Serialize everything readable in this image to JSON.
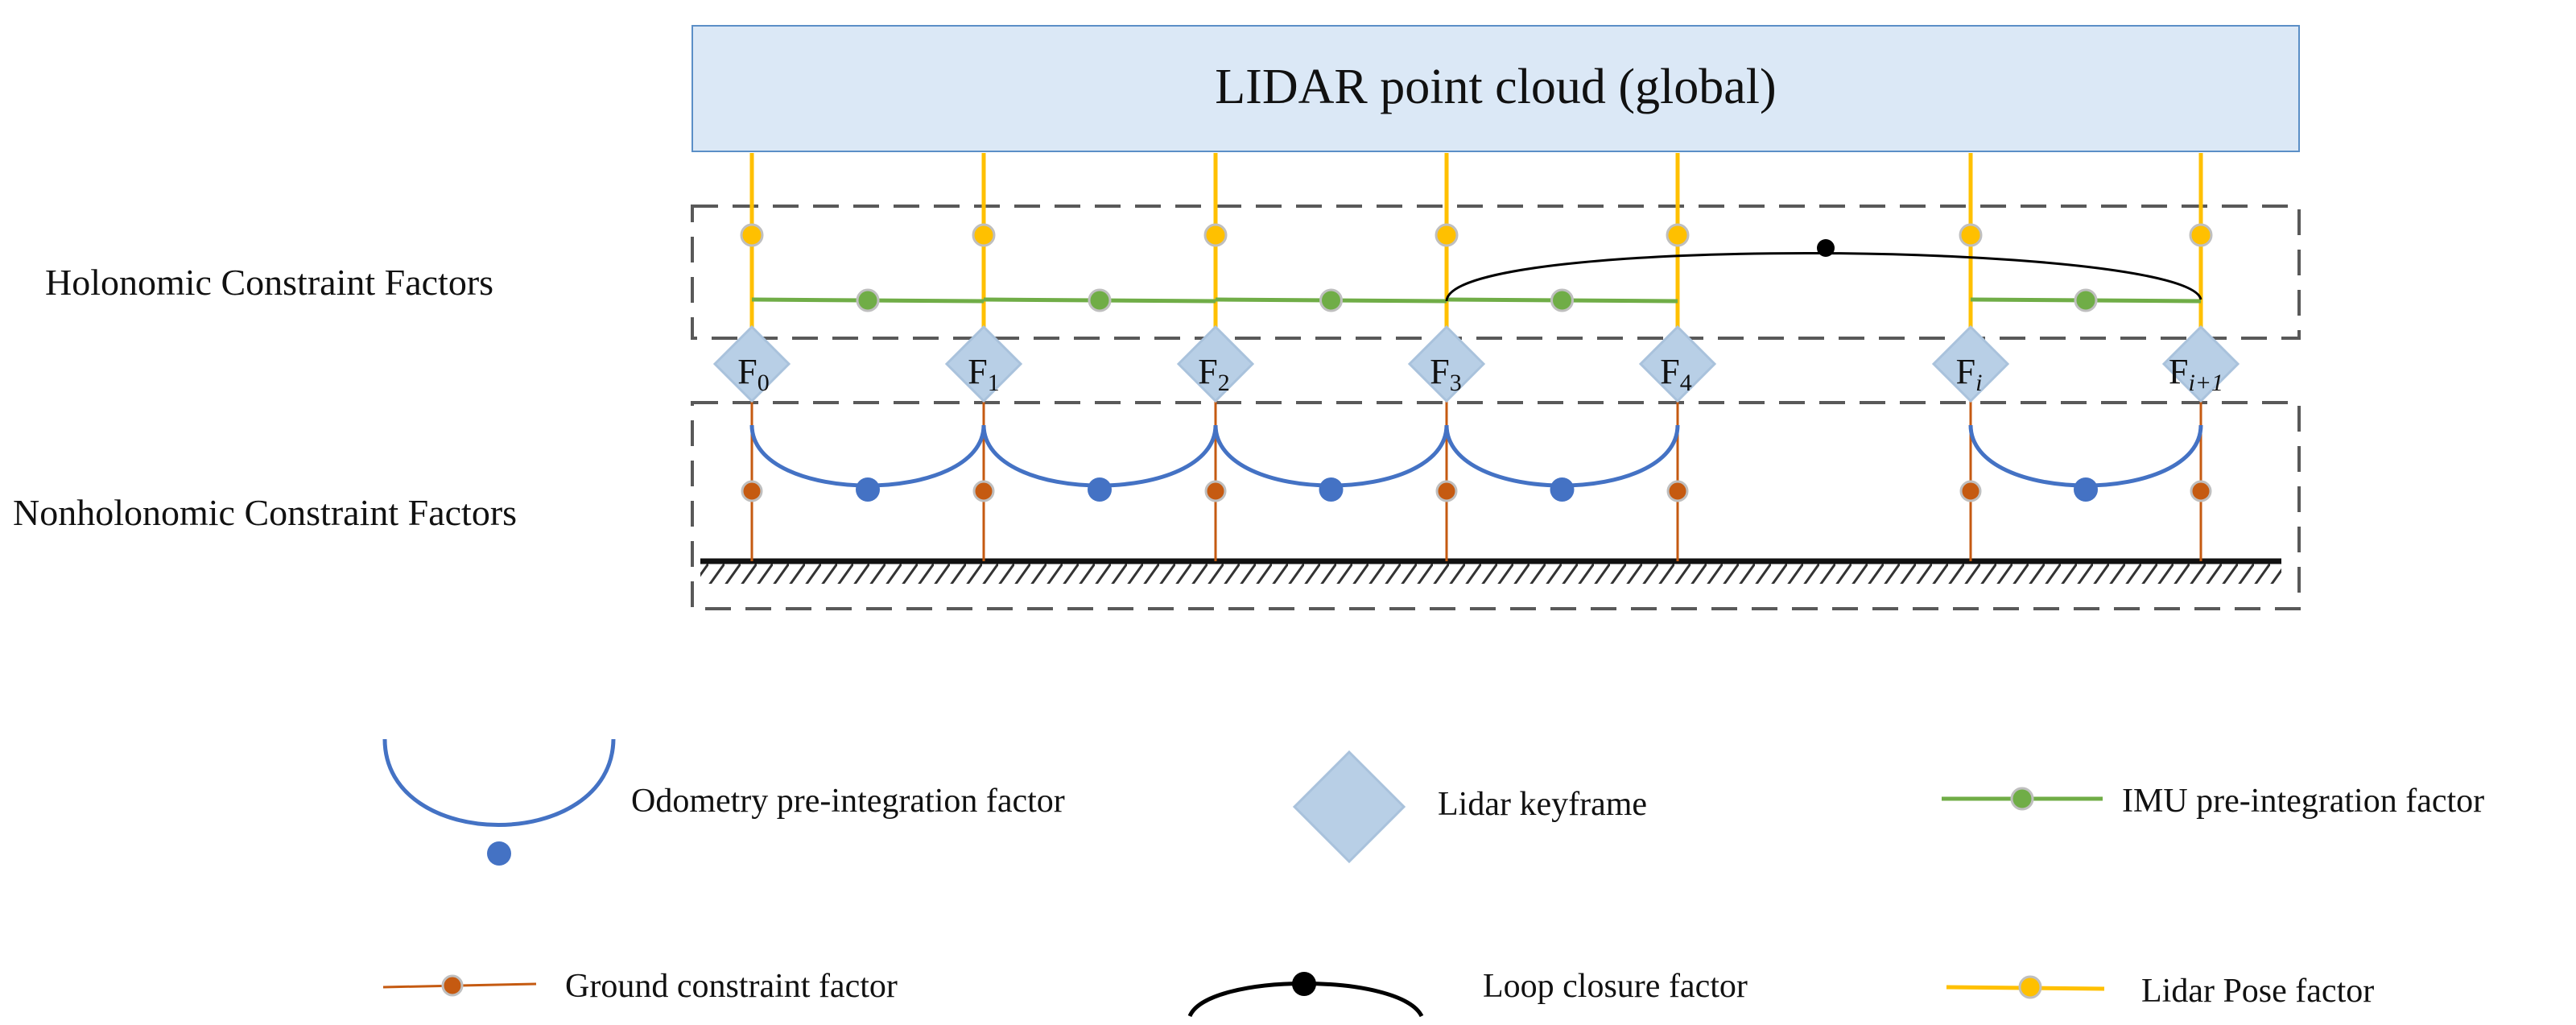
{
  "header": {
    "title": "LIDAR point cloud (global)"
  },
  "side_labels": {
    "holonomic": "Holonomic Constraint Factors",
    "nonholonomic": "Nonholonomic Constraint Factors"
  },
  "keyframes": [
    {
      "letter": "F",
      "sub": "0"
    },
    {
      "letter": "F",
      "sub": "1"
    },
    {
      "letter": "F",
      "sub": "2"
    },
    {
      "letter": "F",
      "sub": "3"
    },
    {
      "letter": "F",
      "sub": "4"
    },
    {
      "letter": "F",
      "sub": "i"
    },
    {
      "letter": "F",
      "sub": "i+1"
    }
  ],
  "legend": {
    "odometry": "Odometry  pre-integration factor",
    "keyframe": "Lidar keyframe",
    "imu": "IMU pre-integration factor",
    "ground": "Ground constraint factor",
    "loop": "Loop closure factor",
    "pose": "Lidar Pose factor"
  },
  "colors": {
    "frame_fill": "#dbe8f6",
    "frame_stroke": "#5b8fc7",
    "keyframe_fill": "#b8cfe6",
    "keyframe_stroke": "#a9c2dc",
    "lidar_pose": "#ffc000",
    "imu": "#70ad47",
    "odometry": "#4472c4",
    "ground": "#c55a11",
    "loop": "#000000",
    "dashed": "#595959",
    "node_ring": "#bfbfbf"
  }
}
